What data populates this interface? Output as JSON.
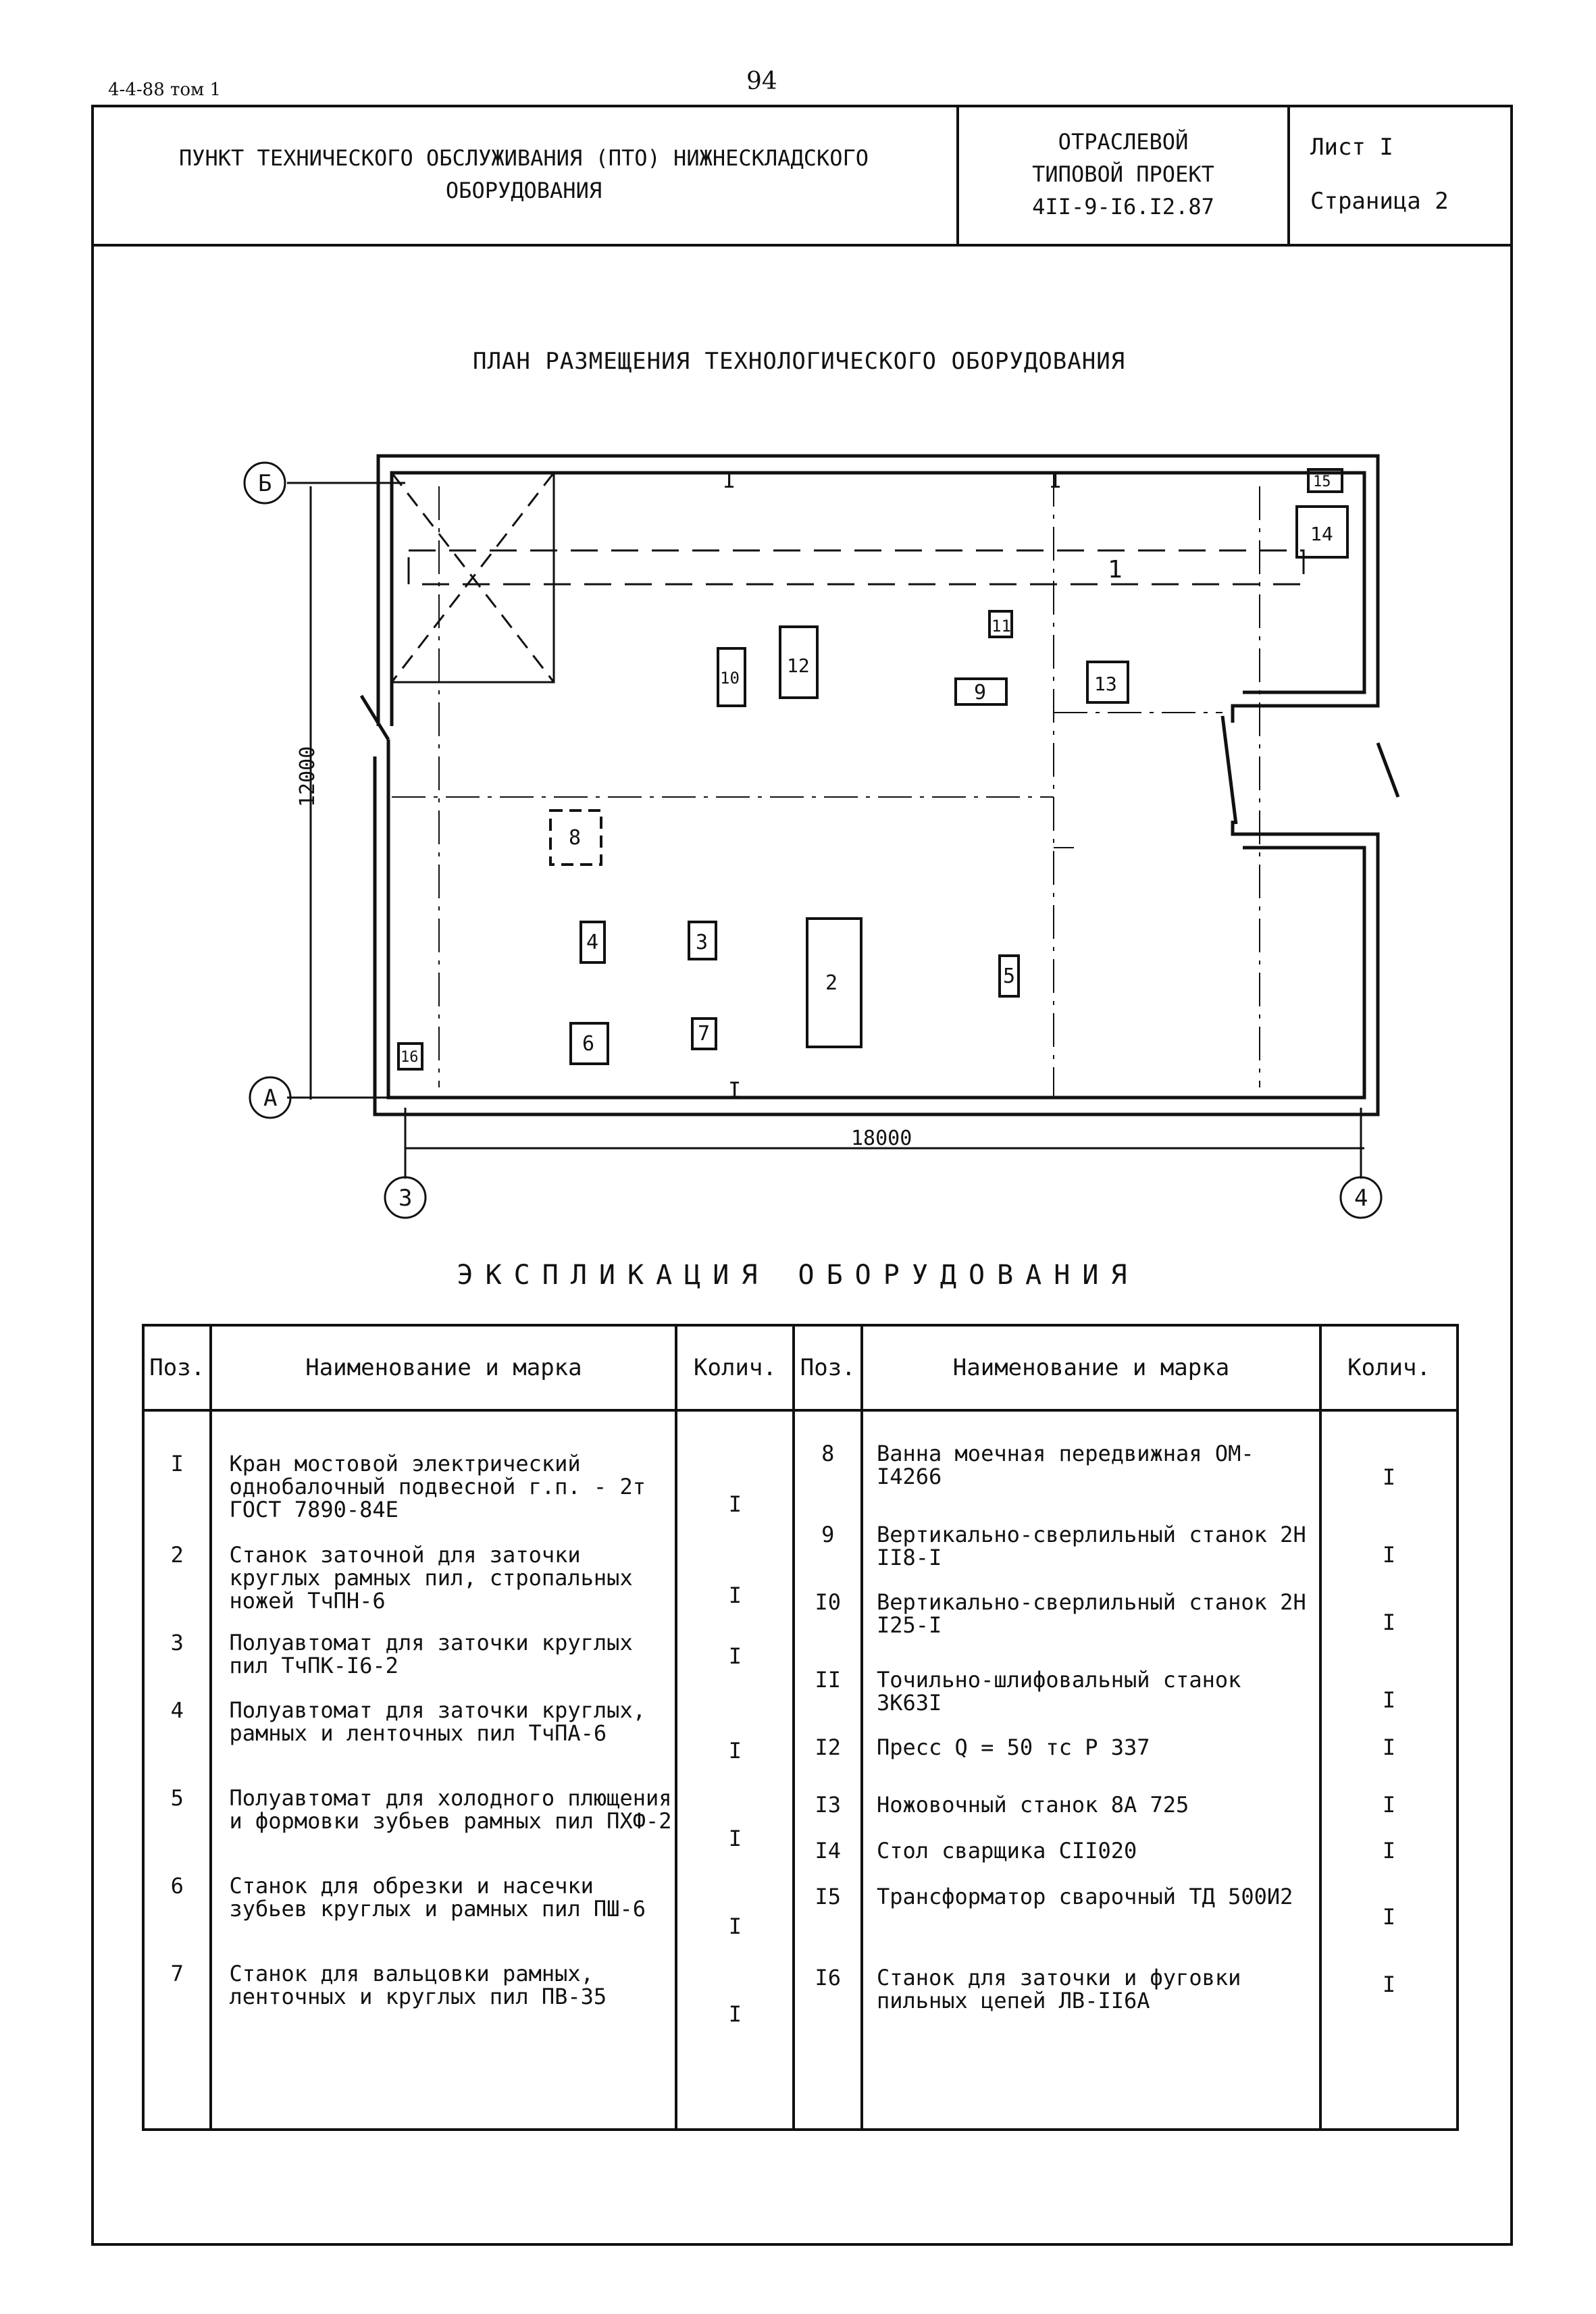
{
  "header": {
    "doc_code": "4-4-88 том 1",
    "page_number": "94"
  },
  "title_block": {
    "name": "ПУНКТ ТЕХНИЧЕСКОГО ОБСЛУЖИВАНИЯ (ПТО) НИЖНЕСКЛАДСКОГО ОБОРУДОВАНИЯ",
    "project_line1": "ОТРАСЛЕВОЙ",
    "project_line2": "ТИПОВОЙ ПРОЕКТ",
    "project_line3": "4II-9-I6.I2.87",
    "sheet": "Лист I",
    "page": "Страница 2"
  },
  "plan": {
    "title": "ПЛАН РАЗМЕЩЕНИЯ ТЕХНОЛОГИЧЕСКОГО ОБОРУДОВАНИЯ",
    "axes": [
      "Б",
      "А",
      "3",
      "4"
    ],
    "dim_vertical": "12000",
    "dim_horizontal": "18000",
    "crane_label": "1",
    "marker_I": "I",
    "equipment_labels": [
      "2",
      "3",
      "4",
      "5",
      "6",
      "7",
      "8",
      "9",
      "10",
      "11",
      "12",
      "13",
      "14",
      "15",
      "16"
    ]
  },
  "explication": {
    "title": "ЭКСПЛИКАЦИЯ ОБОРУДОВАНИЯ",
    "headers": {
      "pos": "Поз.",
      "name": "Наименование и марка",
      "qty": "Колич."
    },
    "left": [
      {
        "pos": "I",
        "name": "Кран мостовой электрический однобалочный подвесной г.п. - 2т ГОСТ 7890-84Е",
        "qty": "I"
      },
      {
        "pos": "2",
        "name": "Станок заточной для заточки круглых рамных пил, стропальных ножей ТчПН-6",
        "qty": "I"
      },
      {
        "pos": "3",
        "name": "Полуавтомат для заточки круглых пил ТчПК-I6-2",
        "qty": "I"
      },
      {
        "pos": "4",
        "name": "Полуавтомат для заточки круглых, рамных и ленточных пил ТчПА-6",
        "qty": "I"
      },
      {
        "pos": "5",
        "name": "Полуавтомат для холодного плющения и формовки зубьев рамных пил ПХФ-2",
        "qty": "I"
      },
      {
        "pos": "6",
        "name": "Станок для обрезки и насечки зубьев круглых и рамных пил ПШ-6",
        "qty": "I"
      },
      {
        "pos": "7",
        "name": "Станок для вальцовки рамных, ленточных и круглых пил ПВ-35",
        "qty": "I"
      }
    ],
    "right": [
      {
        "pos": "8",
        "name": "Ванна моечная передвижная ОМ-I4266",
        "qty": "I"
      },
      {
        "pos": "9",
        "name": "Вертикально-сверлильный станок 2Н II8-I",
        "qty": "I"
      },
      {
        "pos": "I0",
        "name": "Вертикально-сверлильный станок 2Н I25-I",
        "qty": "I"
      },
      {
        "pos": "II",
        "name": "Точильно-шлифовальный станок 3К63I",
        "qty": "I"
      },
      {
        "pos": "I2",
        "name": "Пресс Q = 50 тс Р 337",
        "qty": "I"
      },
      {
        "pos": "I3",
        "name": "Ножовочный станок 8А 725",
        "qty": "I"
      },
      {
        "pos": "I4",
        "name": "Стол сварщика СII020",
        "qty": "I"
      },
      {
        "pos": "I5",
        "name": "Трансформатор сварочный ТД 500И2",
        "qty": "I"
      },
      {
        "pos": "I6",
        "name": "Станок для заточки и фуговки пильных цепей ЛВ-II6А",
        "qty": "I"
      }
    ]
  }
}
